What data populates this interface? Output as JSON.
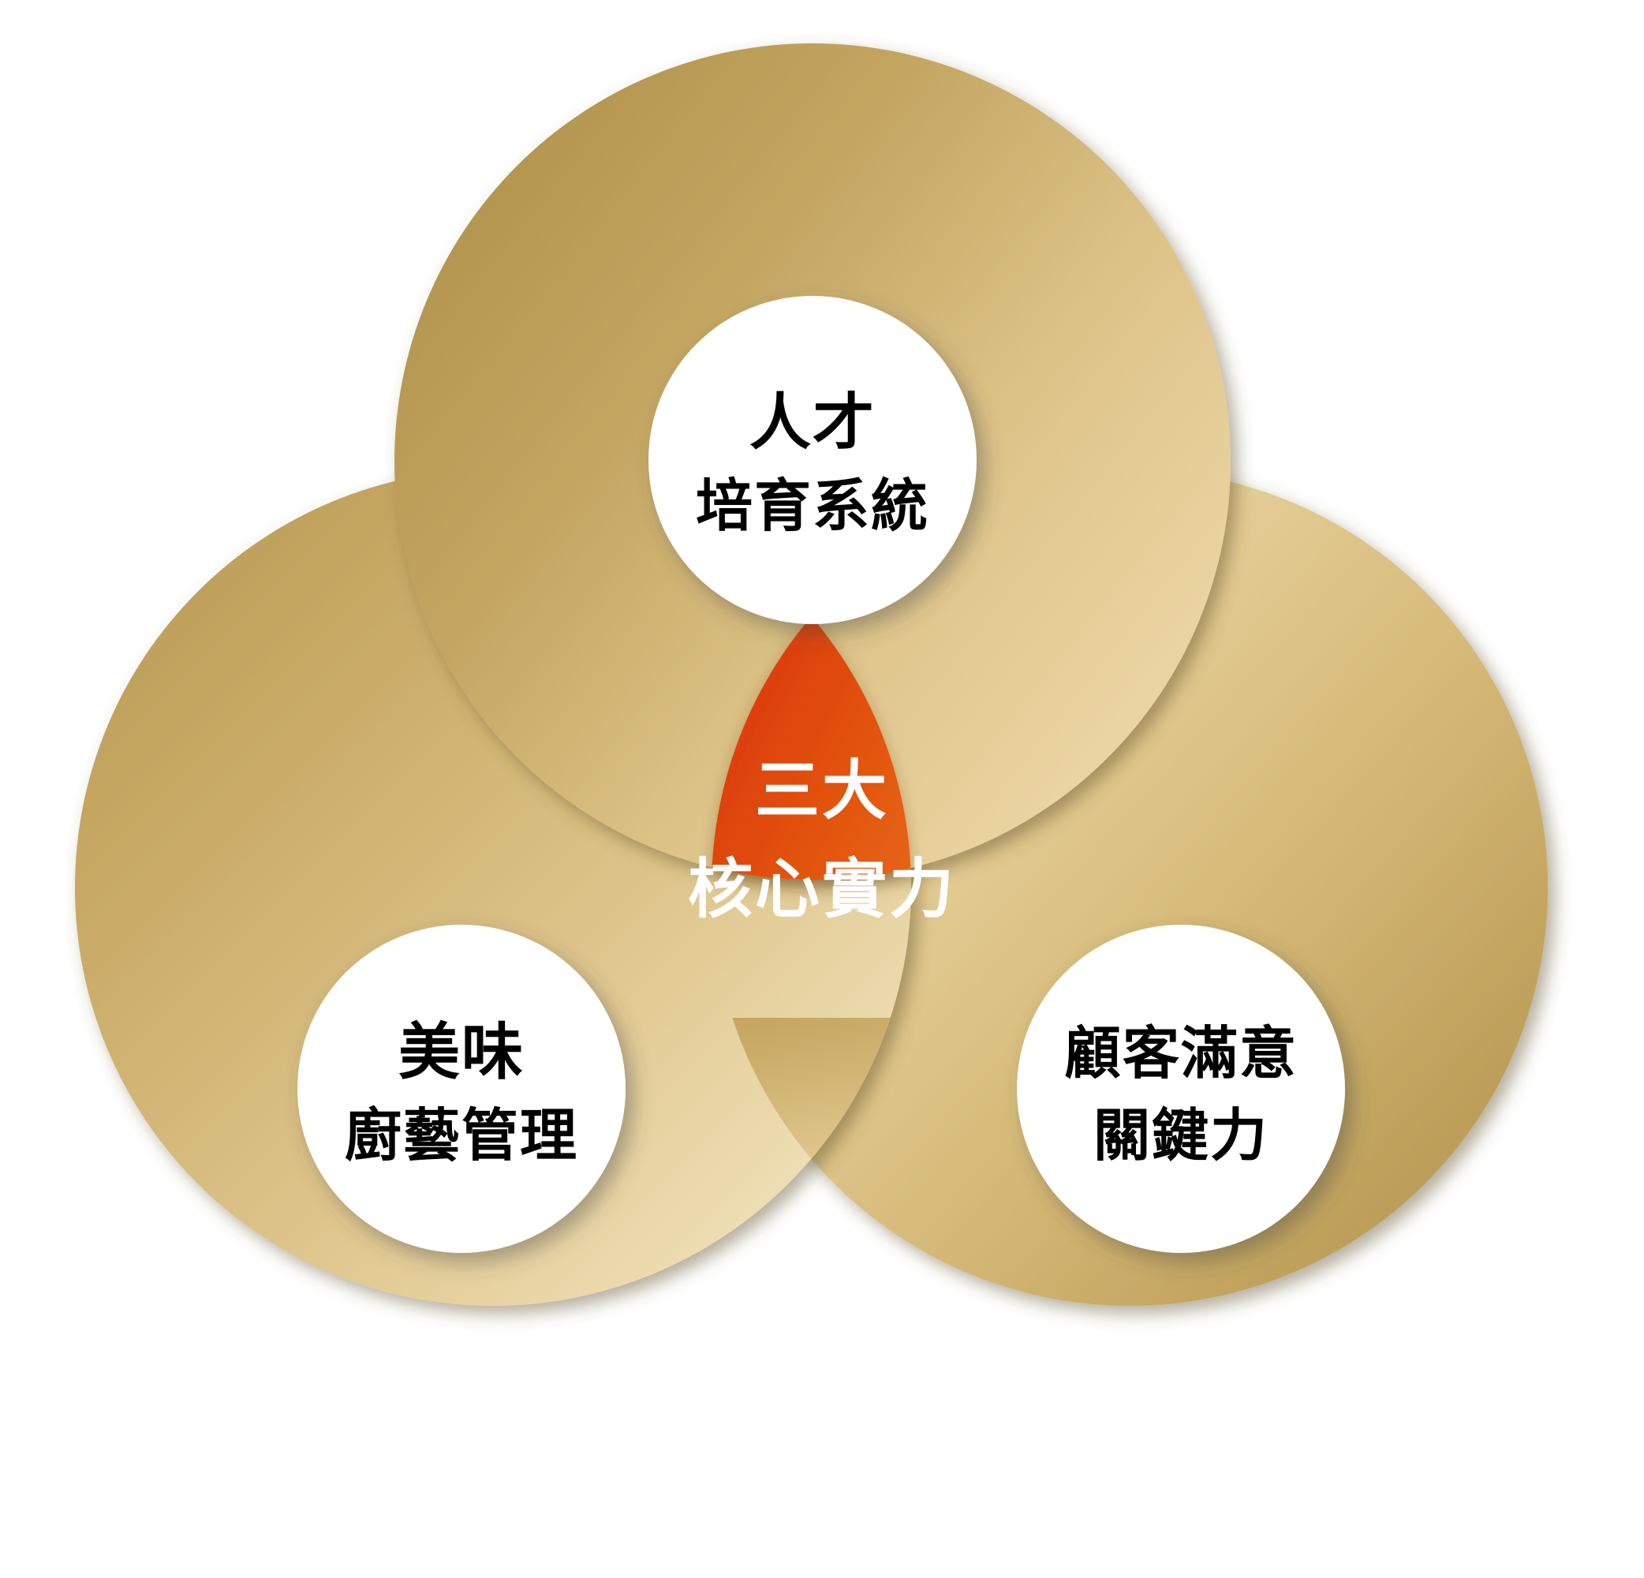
{
  "diagram": {
    "type": "venn-three-circle",
    "title_center": {
      "line1": "三大",
      "line2": "核心實力"
    },
    "nodes": [
      {
        "id": "talent",
        "position": "top",
        "line1": "人才",
        "line2": "培育系統"
      },
      {
        "id": "culinary",
        "position": "bottom-left",
        "line1": "美味",
        "line2": "廚藝管理"
      },
      {
        "id": "satisfaction",
        "position": "bottom-right",
        "line1": "顧客滿意",
        "line2": "關鍵力"
      }
    ],
    "colors": {
      "gold_dark": "#b3964f",
      "gold_mid": "#d9bc7e",
      "gold_light": "#f2e0b4",
      "center_red": "#d81f10",
      "center_orange": "#ef8417",
      "label_bg": "#ffffff",
      "label_text": "#000000",
      "center_text": "#ffffff",
      "background": "#ffffff"
    }
  }
}
